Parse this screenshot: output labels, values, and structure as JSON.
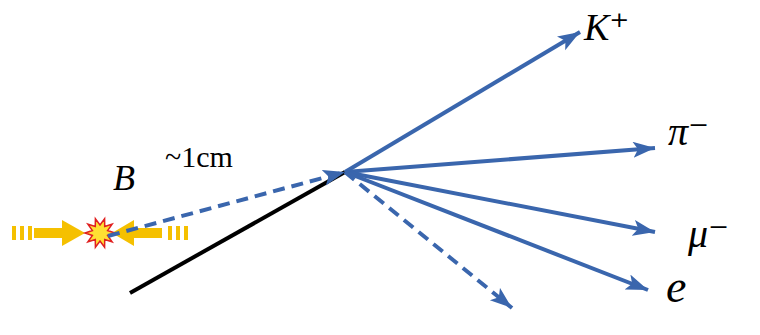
{
  "diagram": {
    "labels": [
      "~1cm",
      "B",
      "K⁺",
      "π⁻",
      "μ⁻",
      "e"
    ]
  }
}
